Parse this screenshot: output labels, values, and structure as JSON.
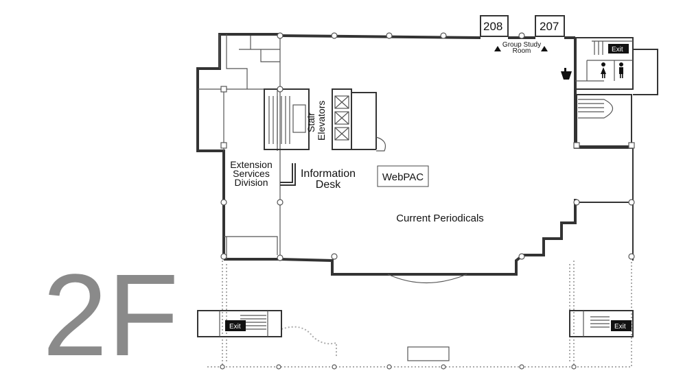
{
  "floor": {
    "label": "2F"
  },
  "rooms": {
    "room_208": "208",
    "room_207": "207",
    "group_study_line1": "Group Study",
    "group_study_line2": "Room"
  },
  "areas": {
    "stair": "Stair",
    "elevators": "Elevators",
    "extension_line1": "Extension",
    "extension_line2": "Services",
    "extension_line3": "Division",
    "information_line1": "Information",
    "information_line2": "Desk",
    "webpac": "WebPAC",
    "current_periodicals": "Current Periodicals"
  },
  "exits": {
    "exit_top_right": "Exit",
    "exit_bottom_left": "Exit",
    "exit_bottom_right": "Exit"
  },
  "icons": [
    "female-restroom-icon",
    "male-restroom-icon",
    "drinking-fountain-icon",
    "up-arrow-icon"
  ]
}
